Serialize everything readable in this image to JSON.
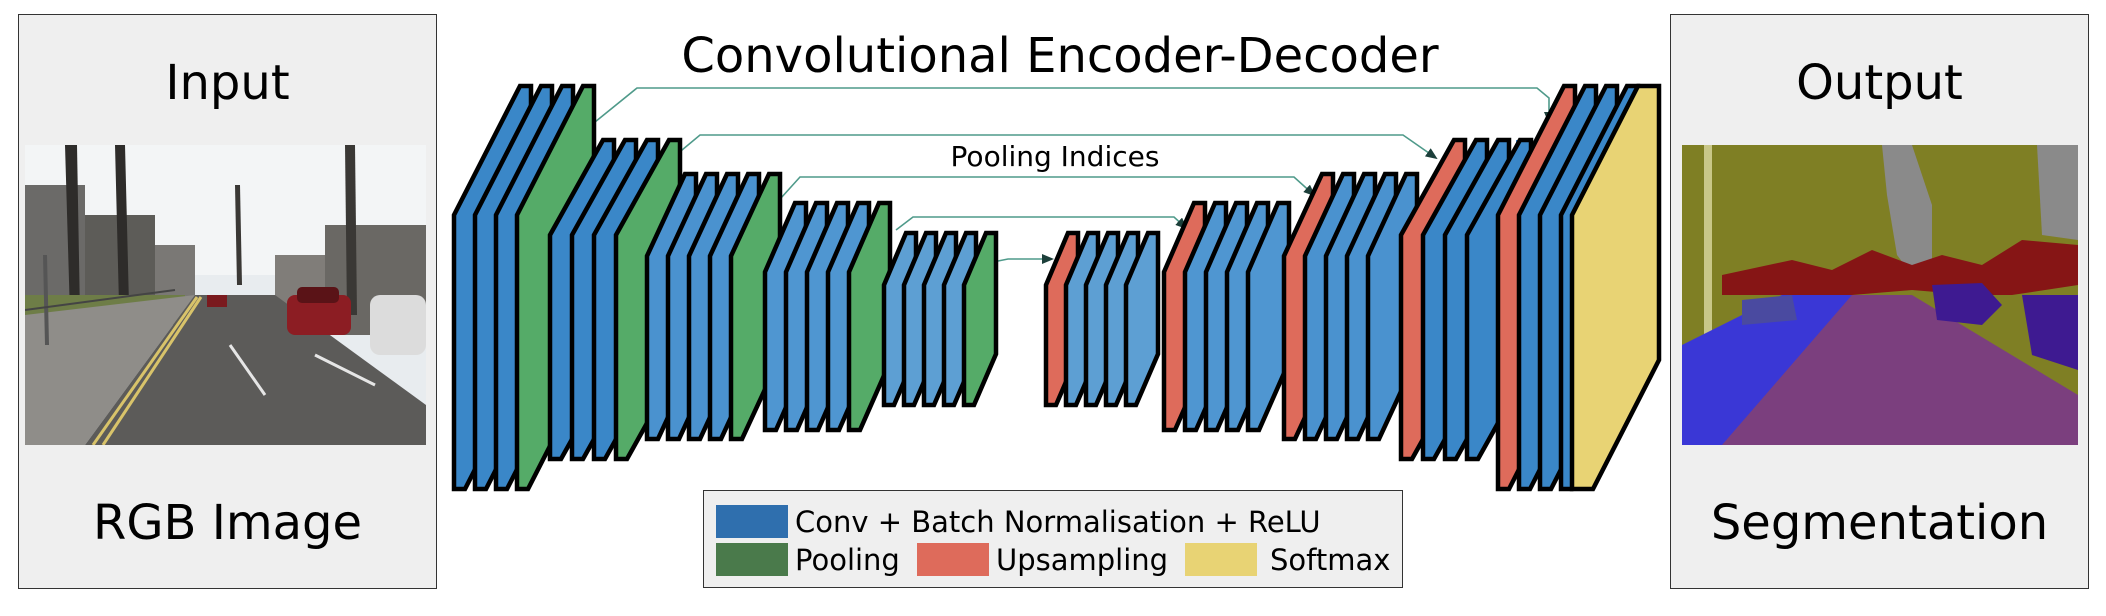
{
  "title": "Convolutional Encoder-Decoder",
  "pooling_indices_label": "Pooling Indices",
  "input_panel": {
    "title": "Input",
    "caption": "RGB Image"
  },
  "output_panel": {
    "title": "Output",
    "caption": "Segmentation"
  },
  "legend": {
    "conv_label": "Conv + Batch Normalisation + ReLU",
    "pooling_label": "Pooling",
    "upsampling_label": "Upsampling",
    "softmax_label": "Softmax"
  },
  "colors": {
    "conv": "#3a87c8",
    "conv_light": "#5d9fd3",
    "pooling": "#55ab68",
    "upsampling": "#de6b5b",
    "softmax": "#e8d374",
    "legend_conv": "#2f6fae",
    "legend_pooling": "#4a7a4b",
    "connector": "#4f9a8a",
    "panel_bg": "#efefef"
  },
  "encoder_stages": [
    {
      "conv_layers": 3,
      "pooling": true
    },
    {
      "conv_layers": 3,
      "pooling": true
    },
    {
      "conv_layers": 4,
      "pooling": true
    },
    {
      "conv_layers": 4,
      "pooling": true
    },
    {
      "conv_layers": 4,
      "pooling": true
    }
  ],
  "decoder_stages": [
    {
      "upsampling": true,
      "conv_layers": 4
    },
    {
      "upsampling": true,
      "conv_layers": 4
    },
    {
      "upsampling": true,
      "conv_layers": 4
    },
    {
      "upsampling": true,
      "conv_layers": 3
    },
    {
      "upsampling": true,
      "conv_layers": 3,
      "softmax": true
    }
  ]
}
